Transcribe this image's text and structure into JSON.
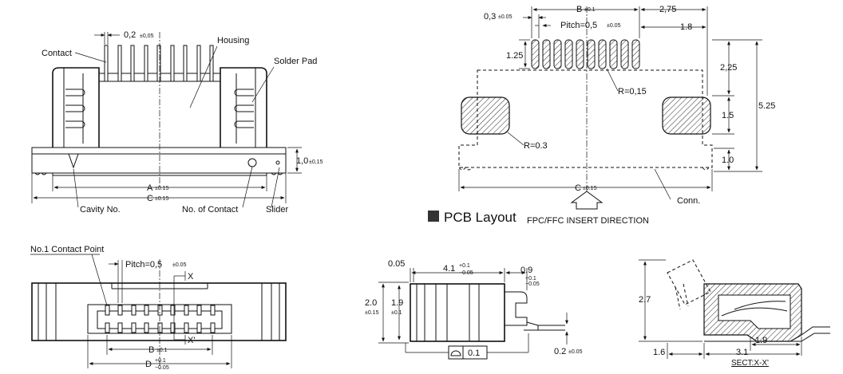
{
  "views": {
    "front_view": {
      "labels": {
        "contact": "Contact",
        "housing": "Housing",
        "solder_pad": "Solder Pad",
        "cavity_no": "Cavity No.",
        "no_of_contact": "No. of Contact",
        "slider": "Slider"
      },
      "dims": {
        "contact_width": "0,2",
        "contact_width_tol": "±0,05",
        "height": "1,0",
        "height_tol": "±0,15",
        "a": "A",
        "a_tol": "±0.15",
        "c": "C",
        "c_tol": "±0.15"
      }
    },
    "pcb_layout": {
      "title": "PCB Layout",
      "insert_direction": "FPC/FFC INSERT DIRECTION",
      "dims": {
        "pad_width": "0,3",
        "pad_width_tol": "±0.05",
        "b": "B",
        "b_tol": "±0.1",
        "pitch": "Pitch=0,5",
        "pitch_tol": "±0.05",
        "d_275": "2,75",
        "d_18": "1.8",
        "d_125": "1.25",
        "d_225": "2,25",
        "d_525": "5.25",
        "d_15": "1.5",
        "d_10": "1.0",
        "r_015": "R=0,15",
        "r_03": "R=0.3",
        "c": "C",
        "c_tol": "±0.15",
        "conn": "Conn."
      }
    },
    "top_view": {
      "labels": {
        "no1_contact_point": "No.1 Contact Point",
        "section_x": "X",
        "section_x_prime": "X'"
      },
      "dims": {
        "pitch": "Pitch=0,5",
        "pitch_tol": "±0.05",
        "b": "B",
        "b_tol": "±0.1",
        "d": "D",
        "d_tol_plus": "+0.1",
        "d_tol_minus": "−0.05"
      }
    },
    "side_view": {
      "dims": {
        "d_005": "0.05",
        "d_41": "4.1",
        "d_41_tol_plus": "+0.1",
        "d_41_tol_minus": "−0.05",
        "d_09": "0.9",
        "d_09_tol_plus": "+0.1",
        "d_09_tol_minus": "−0.05",
        "d_20": "2.0",
        "d_20_tol": "±0.15",
        "d_19": "1.9",
        "d_19_tol": "±0.1",
        "flatness": "0.1",
        "d_02": "0.2",
        "d_02_tol": "±0.05"
      }
    },
    "section_view": {
      "title": "SECT:X-X'",
      "dims": {
        "d_27": "2.7",
        "d_19": "1.9",
        "d_16": "1.6",
        "d_31": "3.1"
      }
    }
  }
}
